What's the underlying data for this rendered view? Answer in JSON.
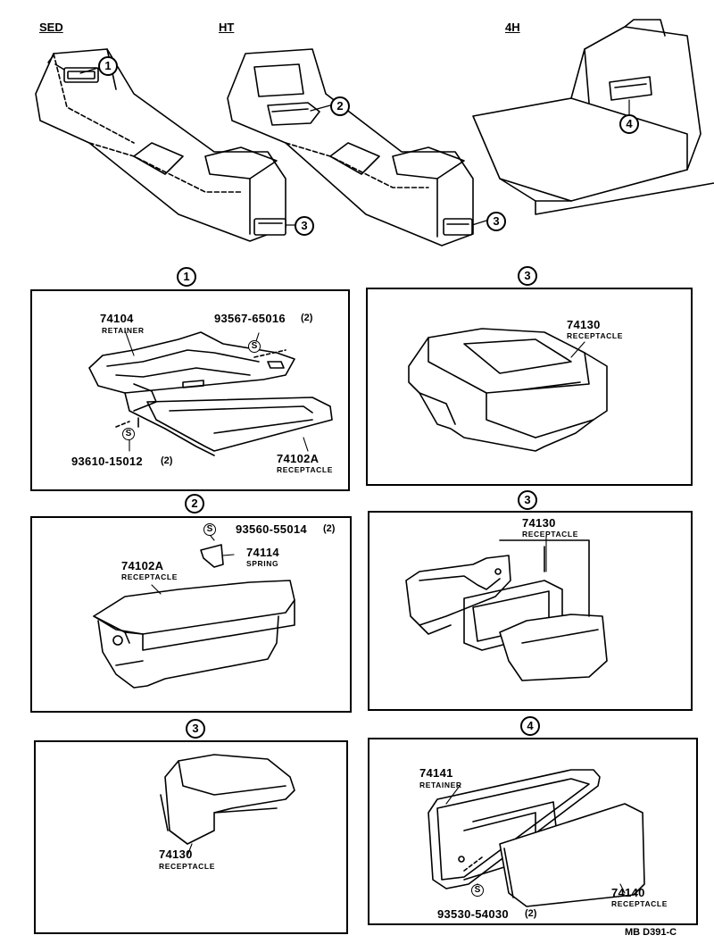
{
  "overview": {
    "variants": [
      {
        "label": "SED",
        "callouts": [
          "1",
          "3"
        ]
      },
      {
        "label": "HT",
        "callouts": [
          "2",
          "3"
        ]
      },
      {
        "label": "4H",
        "callouts": [
          "4"
        ]
      }
    ]
  },
  "panels": {
    "p1": {
      "callout": "1",
      "parts": [
        {
          "number": "74104",
          "desc": "RETAINER"
        },
        {
          "number": "93567-65016",
          "qty": "(2)"
        },
        {
          "number": "93610-15012",
          "qty": "(2)"
        },
        {
          "number": "74102A",
          "desc": "RECEPTACLE"
        }
      ]
    },
    "p3a": {
      "callout": "3",
      "parts": [
        {
          "number": "74130",
          "desc": "RECEPTACLE"
        }
      ]
    },
    "p2": {
      "callout": "2",
      "parts": [
        {
          "number": "93560-55014",
          "qty": "(2)"
        },
        {
          "number": "74114",
          "desc": "SPRING"
        },
        {
          "number": "74102A",
          "desc": "RECEPTACLE"
        }
      ]
    },
    "p3b": {
      "callout": "3",
      "parts": [
        {
          "number": "74130",
          "desc": "RECEPTACLE"
        }
      ]
    },
    "p3c": {
      "callout": "3",
      "parts": [
        {
          "number": "74130",
          "desc": "RECEPTACLE"
        }
      ]
    },
    "p4": {
      "callout": "4",
      "parts": [
        {
          "number": "74141",
          "desc": "RETAINER"
        },
        {
          "number": "74140",
          "desc": "RECEPTACLE"
        },
        {
          "number": "93530-54030",
          "qty": "(2)"
        }
      ]
    }
  },
  "screw_symbol": "S",
  "drawing_code": "MB D391-C"
}
